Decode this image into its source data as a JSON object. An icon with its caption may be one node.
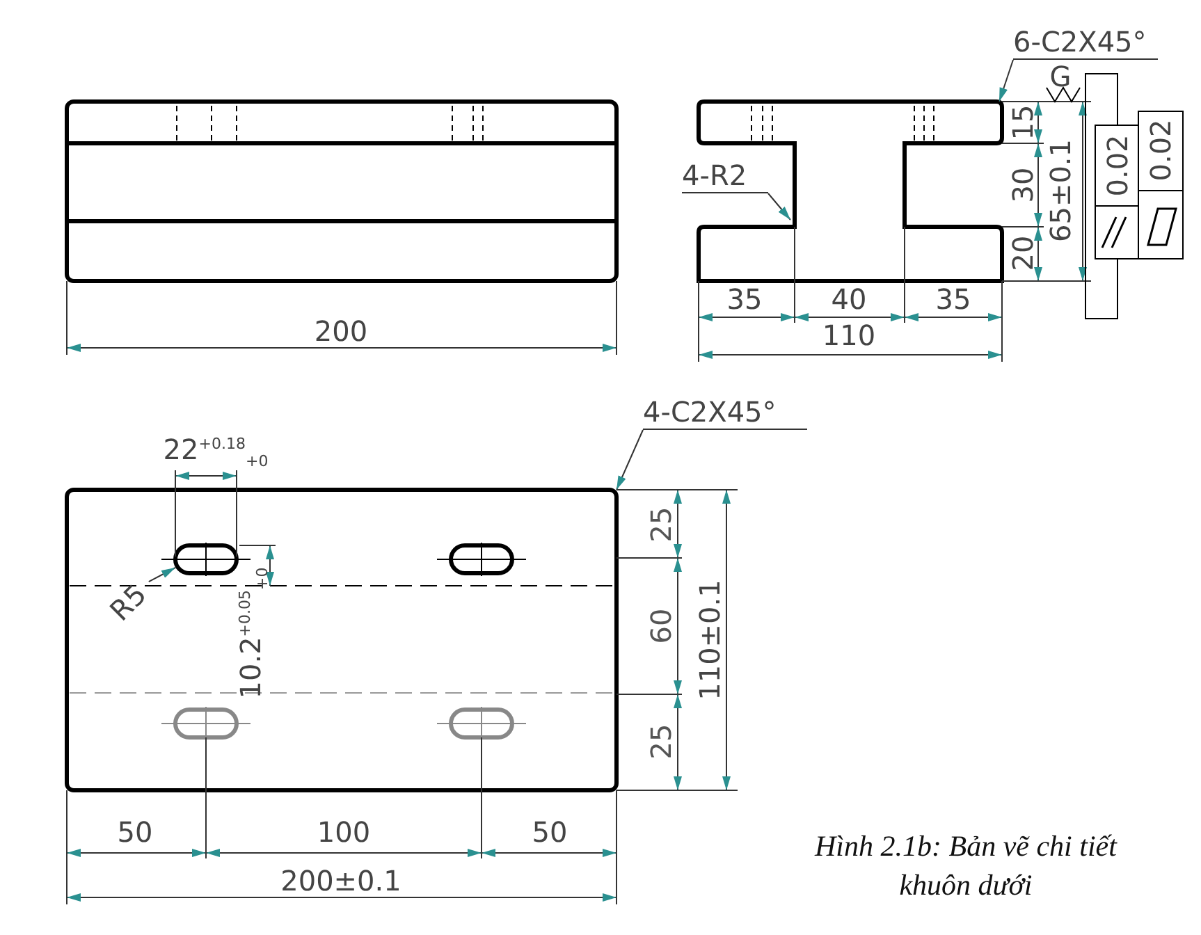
{
  "diagram": {
    "caption": "Hình 2.1b: Bản vẽ chi tiết khuôn dưới",
    "nodes": [
      {
        "text": [
          "6-C2X45°"
        ]
      },
      {
        "text": [
          "4-R2"
        ]
      },
      {
        "text": [],
        "shape": "picture"
      },
      {
        "text": [
          "4-C2X45°"
        ]
      },
      {
        "text": [],
        "shape": "picture"
      },
      {
        "text": [
          "R5"
        ],
        "in": 4
      }
    ],
    "edges": [
      {
        "from": 0,
        "to": 2,
        "arrow": "to"
      },
      {
        "from": 1,
        "to": 2,
        "arrow": "to"
      },
      {
        "from": 3,
        "to": 4,
        "arrow": "to"
      },
      {
        "from": 5,
        "to": 4,
        "arrow": "to"
      }
    ],
    "labels": [
      "200",
      "35",
      "40",
      "35",
      "110",
      "15",
      "30",
      "20",
      "65±0.1",
      "G",
      "0.02",
      "0.02",
      "22$^{+0.18}$$_{+0}$",
      "10.2$^{+0.05}$$_{+0}$",
      "25",
      "60",
      "25",
      "110±0.1",
      "50",
      "100",
      "50",
      "200±0.1"
    ]
  }
}
